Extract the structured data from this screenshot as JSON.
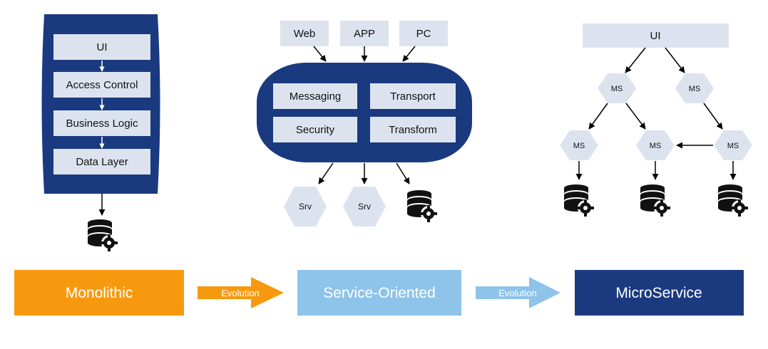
{
  "colors": {
    "navy": "#1a3a80",
    "box": "#dde3ee",
    "orange": "#f7990f",
    "light_blue": "#8ec3ea",
    "dark_blue": "#1c3a80"
  },
  "monolithic": {
    "layers": [
      "UI",
      "Access Control",
      "Business Logic",
      "Data Layer"
    ],
    "db_icon": "database-gear-icon"
  },
  "soa": {
    "clients": [
      "Web",
      "APP",
      "PC"
    ],
    "bus_modules": [
      "Messaging",
      "Transport",
      "Security",
      "Transform"
    ],
    "services": [
      "Srv",
      "Srv"
    ],
    "db_icon": "database-gear-icon"
  },
  "microservice": {
    "ui": "UI",
    "node_label": "MS",
    "db_icon": "database-gear-icon"
  },
  "footer": {
    "monolithic": "Monolithic",
    "evolution_1": "Evolution",
    "service_oriented": "Service-Oriented",
    "evolution_2": "Evolution",
    "microservice": "MicroService"
  }
}
